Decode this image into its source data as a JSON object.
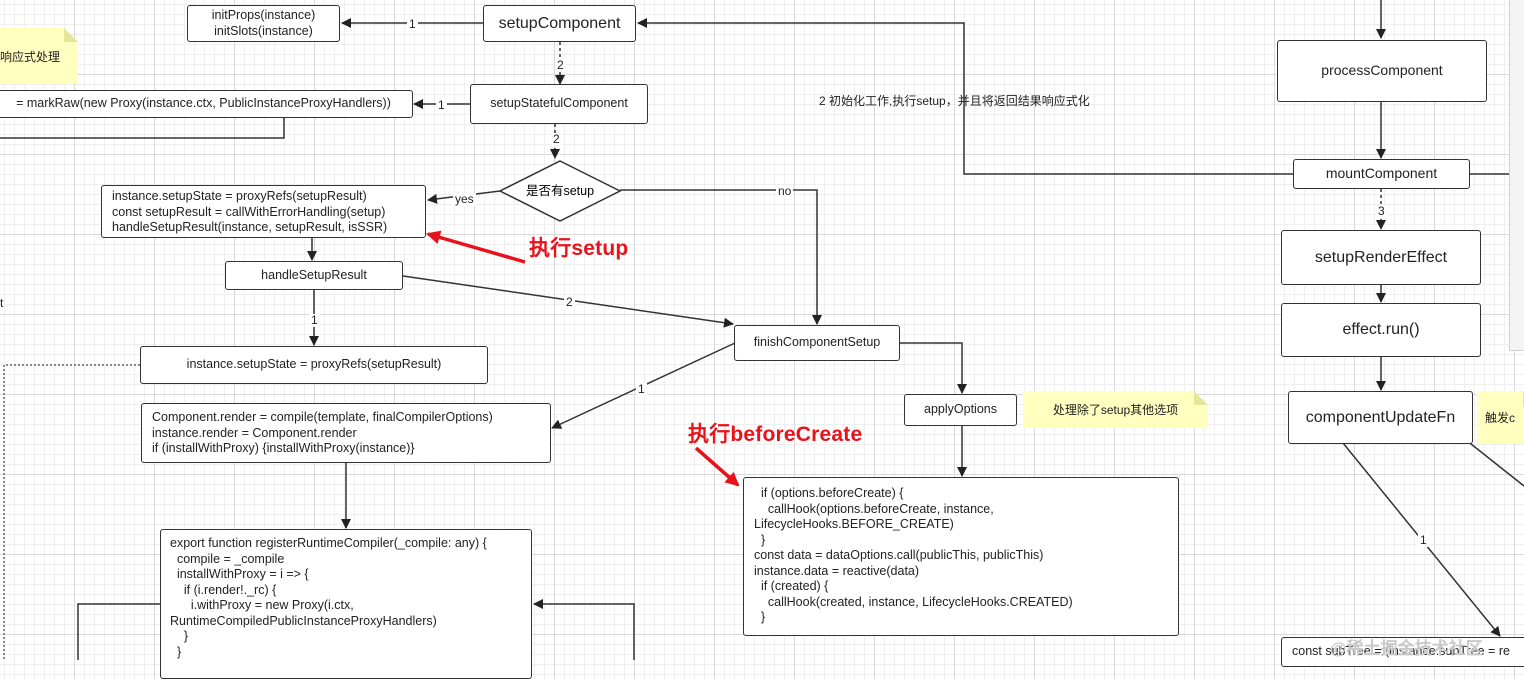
{
  "nodes": {
    "init_props": "initProps(instance)\ninitSlots(instance)",
    "setup_component": "setupComponent",
    "mark_raw": "= markRaw(new Proxy(instance.ctx, PublicInstanceProxyHandlers))",
    "setup_stateful": "setupStatefulComponent",
    "has_setup": "是否有setup",
    "setup_state_block": "instance.setupState = proxyRefs(setupResult)\nconst setupResult = callWithErrorHandling(setup)\nhandleSetupResult(instance, setupResult, isSSR)",
    "handle_setup_result": "handleSetupResult",
    "setup_state_assign": "instance.setupState = proxyRefs(setupResult)",
    "finish_component_setup": "finishComponentSetup",
    "compile_render": "Component.render = compile(template, finalCompilerOptions)\ninstance.render = Component.render\nif (installWithProxy) {installWithProxy(instance)}",
    "register_runtime_compiler": "export function registerRuntimeCompiler(_compile: any) {\n  compile = _compile\n  installWithProxy = i => {\n    if (i.render!._rc) {\n      i.withProxy = new Proxy(i.ctx,\nRuntimeCompiledPublicInstanceProxyHandlers)\n    }\n  }",
    "apply_options": "applyOptions",
    "before_create_code": "  if (options.beforeCreate) {\n    callHook(options.beforeCreate, instance,\nLifecycleHooks.BEFORE_CREATE)\n  }\nconst data = dataOptions.call(publicThis, publicThis)\ninstance.data = reactive(data)\n  if (created) {\n    callHook(created, instance, LifecycleHooks.CREATED)\n  }",
    "process_component": "processComponent",
    "mount_component": "mountComponent",
    "setup_render_effect": "setupRenderEffect",
    "effect_run": "effect.run()",
    "component_update_fn": "componentUpdateFn",
    "sub_tree": "const subTree = (instance.subTree = re"
  },
  "notes": {
    "reactive_note": "响应式处理",
    "other_options_note": "处理除了setup其他选项",
    "trigger_note": "触发c"
  },
  "edge_labels": {
    "e1_init": "1",
    "e2_stateful": "2",
    "e1_markraw": "1",
    "e2_has_setup": "2",
    "yes": "yes",
    "no": "no",
    "e2_finish": "2",
    "e1_assign": "1",
    "e1_compile": "1",
    "e3_render_effect": "3",
    "e1_subtree": "1",
    "init_label": "2 初始化工作,执行setup，并且将返回结果响应式化",
    "left_t": "t"
  },
  "annotations": {
    "exec_setup": "执行setup",
    "exec_before_create": "执行beforeCreate"
  },
  "watermark": "@稀土掘金技术社区",
  "colors": {
    "red": "#e8121a",
    "note_bg": "#ffffc0",
    "line": "#333333"
  }
}
